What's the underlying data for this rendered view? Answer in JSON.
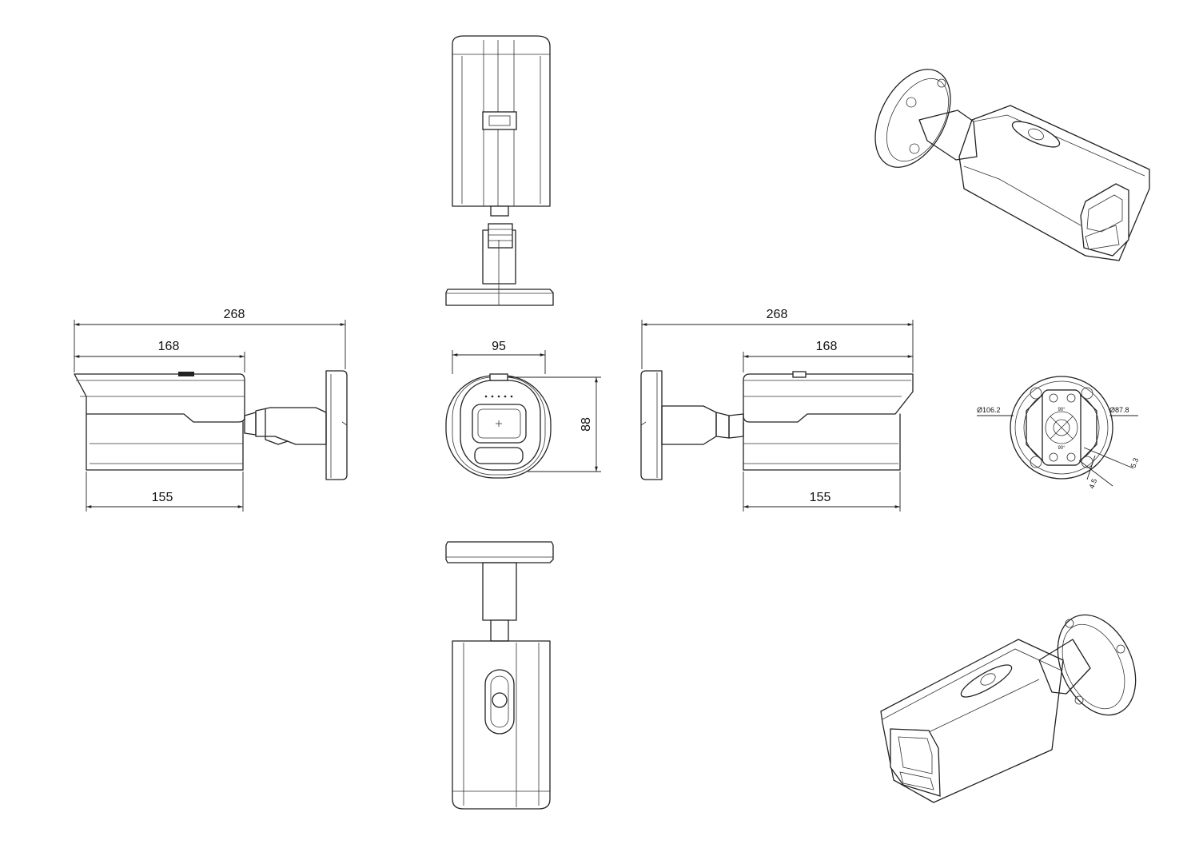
{
  "dimensions": {
    "side_left": {
      "overall": "268",
      "housing": "168",
      "body": "155"
    },
    "side_right": {
      "overall": "268",
      "housing": "168",
      "body": "155"
    },
    "front": {
      "width": "95",
      "height": "88"
    },
    "base": {
      "outer_dia": "Ø106.2",
      "inner_dia": "Ø87.8",
      "hole_a": "4.5",
      "hole_b": "5.3",
      "angle": "90°"
    }
  }
}
